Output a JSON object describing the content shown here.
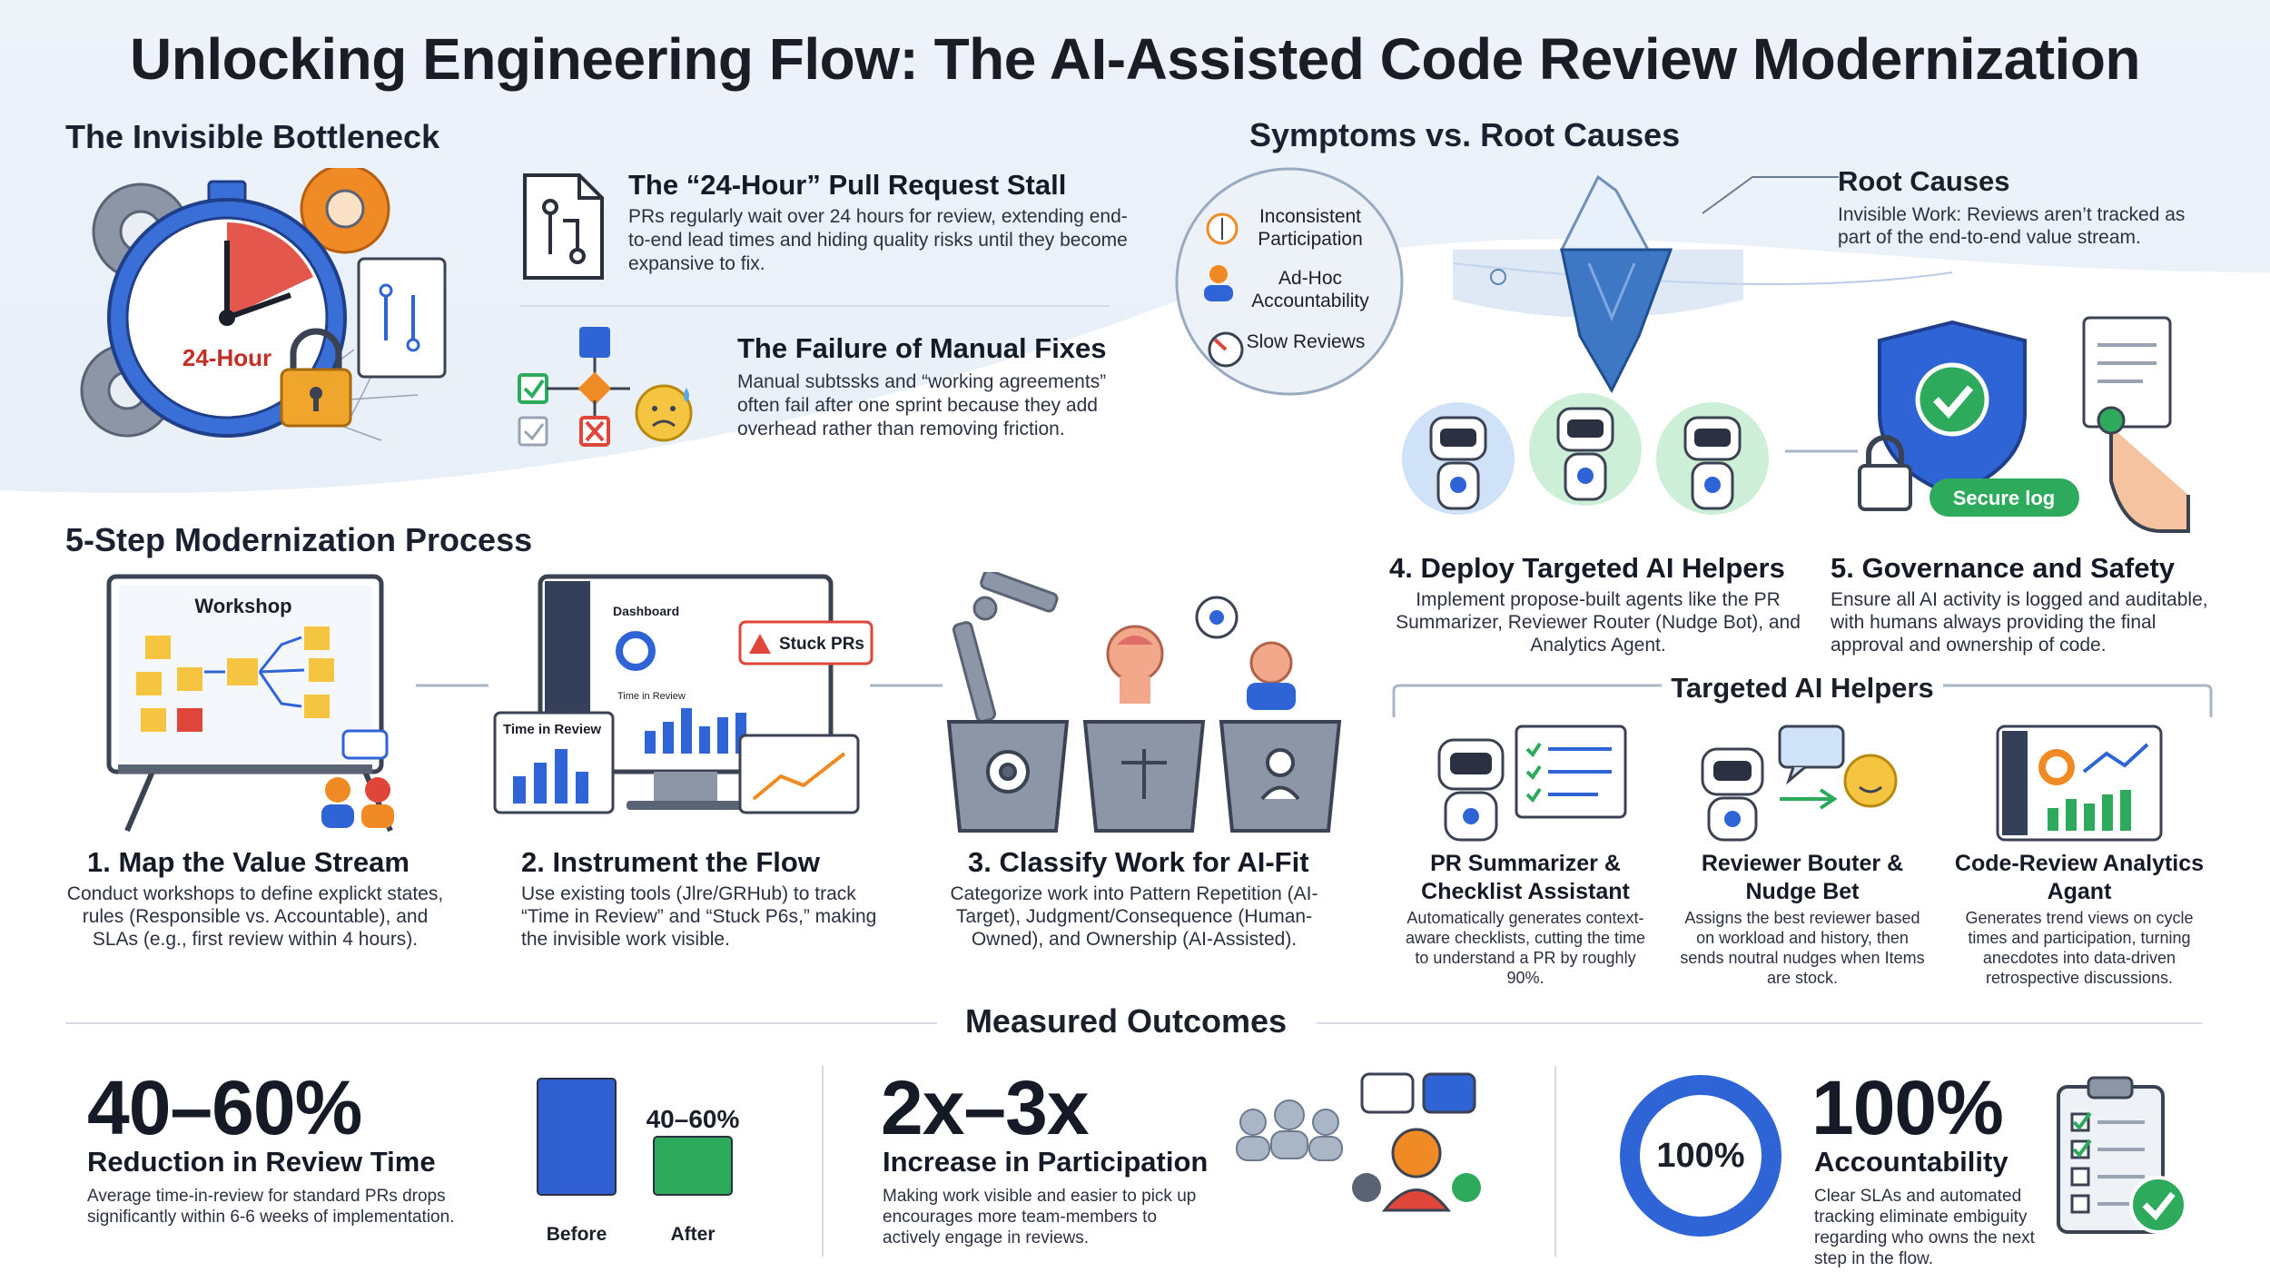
{
  "title": "Unlocking Engineering Flow: The AI-Assisted Code Review Modernization",
  "bottleneck": {
    "heading": "The Invisible Bottleneck",
    "clock_label": "24-Hour",
    "items": [
      {
        "title": "The “24-Hour” Pull Request Stall",
        "desc": "PRs regularly wait over 24 hours for review, extending end-to-end lead times and hiding quality risks until they become expansive to fix."
      },
      {
        "title": "The Failure of Manual Fixes",
        "desc": "Manual subtssks and “working agreements” often fail after one sprint because they add overhead rather than removing friction."
      }
    ]
  },
  "symptoms": {
    "heading": "Symptoms vs. Root Causes",
    "list": [
      "Inconsistent Participation",
      "Ad-Hoc Accountability",
      "Slow Reviews"
    ],
    "root_title": "Root Causes",
    "root_desc": "Invisible Work: Reviews aren’t tracked as part of the end-to-end value stream."
  },
  "process": {
    "heading": "5-Step Modernization Process",
    "workshop_label": "Workshop",
    "dashboard_label": "Dashboard",
    "stuck_label": "Stuck PRs",
    "time_in_review_label": "Time in Review",
    "time_in_review_small": "Time in Review",
    "secure_log_label": "Secure log",
    "steps": [
      {
        "title": "1.  Map the Value Stream",
        "desc": "Conduct workshops to define explickt states, rules (Responsible vs. Accountable), and SLAs (e.g., first review within 4 hours)."
      },
      {
        "title": "2.  Instrument the Flow",
        "desc": "Use existing tools (Jlre/GRHub) to track “Time in Review” and “Stuck P6s,” making the invisible work visible."
      },
      {
        "title": "3.  Classify Work for AI-Fit",
        "desc": "Categorize work into Pattern Repetition (AI-Target), Judgment/Consequence (Human-Owned), and Ownership (AI-Assisted)."
      },
      {
        "title": "4.  Deploy Targeted AI Helpers",
        "desc": "Implement propose-built agents like the PR Summarizer, Reviewer Router (Nudge Bot), and Analytics Agent."
      },
      {
        "title": "5.  Governance and Safety",
        "desc": "Ensure all AI activity is logged and auditable, with humans always providing the final approval and ownership of code."
      }
    ]
  },
  "helpers": {
    "heading": "Targeted AI Helpers",
    "items": [
      {
        "title": "PR Summarizer & Checklist Assistant",
        "desc": "Automatically generates context-aware checklists, cutting the time to understand a PR by roughly 90%."
      },
      {
        "title": "Reviewer Bouter & Nudge Bet",
        "desc": "Assigns the best reviewer based on workload and history, then sends noutral nudges when Items are stock."
      },
      {
        "title": "Code-Review Analytics Agant",
        "desc": "Generates trend views on cycle times and participation, turning anecdotes into data-driven retrospective discussions."
      }
    ]
  },
  "outcomes": {
    "heading": "Measured Outcomes",
    "items": [
      {
        "value": "40–60%",
        "label": "Reduction in Review Time",
        "desc": "Average time-in-review for standard PRs drops significantly within 6-6 weeks of implementation."
      },
      {
        "value": "2x–3x",
        "label": "Increase in Participation",
        "desc": "Making work visible and easier to pick up encourages more team-members to actively engage in reviews."
      },
      {
        "value": "100%",
        "label": "Accountability",
        "desc": "Clear SLAs and automated tracking eliminate embiguity regarding who owns the next step in the flow."
      }
    ],
    "ring_value": "100%",
    "bar_chart": {
      "categories": [
        "Before",
        "After"
      ],
      "values": [
        100,
        50
      ],
      "annotation": "40–60%",
      "colors": [
        "#2f5fd0",
        "#2eaa5c"
      ]
    }
  },
  "colors": {
    "accent_blue": "#2f64d6",
    "accent_green": "#2eaa5c",
    "accent_orange": "#f08a24",
    "accent_red": "#e0453a"
  }
}
